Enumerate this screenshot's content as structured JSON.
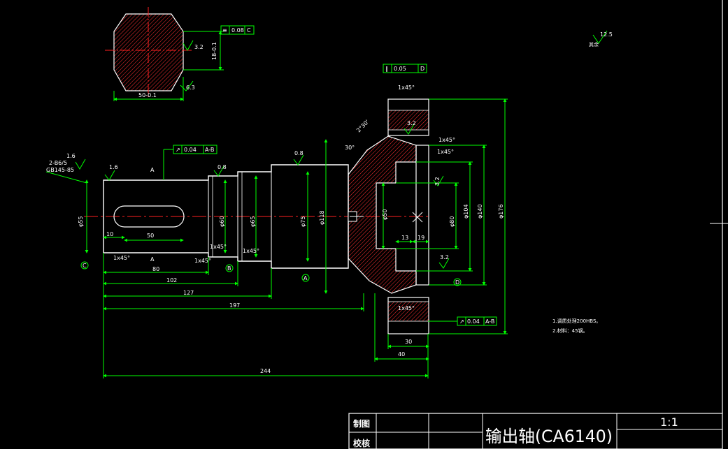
{
  "title_block": {
    "title": "输出轴(CA6140)",
    "scale": "1:1",
    "drawn_label": "制图",
    "checked_label": "校核"
  },
  "notes": {
    "line1": "1.调质处理200HBS。",
    "line2": "2.材料：45钢。"
  },
  "roughness": {
    "other": "12.5",
    "other_label": "其余",
    "r1": "1.6",
    "r2": "1.6",
    "r3": "0.8",
    "r4": "0.8",
    "r5": "3.2",
    "r6": "3.2",
    "r7": "3.2",
    "r8": "3.2",
    "r9": "6.3"
  },
  "tolerances": {
    "t_sym": "0.08",
    "t_sym_ref": "C",
    "t_run1": "0.04",
    "t_run1_ref": "A-B",
    "t_par": "0.05",
    "t_par_ref": "D",
    "t_run2": "0.04",
    "t_run2_ref": "A-B"
  },
  "datums": {
    "a": "A",
    "b": "B",
    "c": "C",
    "d": "D"
  },
  "section": {
    "label_a1": "A",
    "label_a2": "A",
    "width": "50-0.1",
    "depth": "18-0.1"
  },
  "center_hole": {
    "line1": "2-B6/5",
    "line2": "GB145-85"
  },
  "dims": {
    "d55": "φ55",
    "d60": "φ60",
    "d65": "φ65",
    "d75": "φ75",
    "d118": "φ118",
    "d50": "φ50",
    "d80": "φ80",
    "d104": "φ104",
    "d140": "φ140",
    "d176": "φ176",
    "l10": "10",
    "l50": "50",
    "l80": "80",
    "l102": "102",
    "l127": "127",
    "l197": "197",
    "l244": "244",
    "l13": "13",
    "l19": "19",
    "l30": "30",
    "l40": "40",
    "ch1": "1x45°",
    "ch2": "1x45°",
    "ch3": "1x45°",
    "ch4": "1x45°",
    "ch5": "1x45°",
    "ch6": "1x45°",
    "ch7": "1x45°",
    "ch8": "1x45°",
    "ang1": "30°",
    "ang2": "2°30'"
  }
}
